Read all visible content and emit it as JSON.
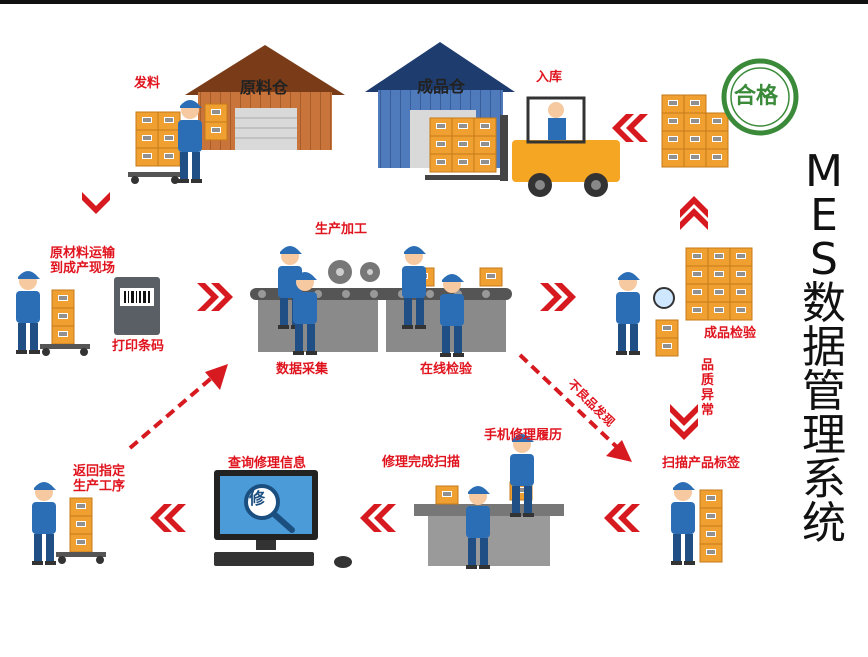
{
  "title": {
    "vertical": "MES数据管理系统"
  },
  "labels": {
    "issue": "发料",
    "raw_warehouse": "原料仓",
    "finished_warehouse": "成品仓",
    "inbound": "入库",
    "qualified": "合格",
    "raw_transport": "原材料运输\n到成产现场",
    "print_barcode": "打印条码",
    "production": "生产加工",
    "data_collection": "数据采集",
    "online_inspection": "在线检验",
    "product_inspection": "成品检验",
    "quality_exception": "品质异常",
    "defect_found": "不良品发现",
    "scan_label": "扫描产品标签",
    "repair_history": "手机修理履历",
    "repair_scan": "修理完成扫描",
    "query_repair": "查询修理信息",
    "repair_char": "修",
    "return_process": "返回指定\n生产工序"
  },
  "colors": {
    "label_red": "#e0141e",
    "arrow_red": "#d71920",
    "box_orange": "#f0a030",
    "worker_blue": "#2c6eb5",
    "warehouse_orange": "#c9743a",
    "warehouse_blue": "#3f6aa8",
    "seal_green": "#3a8a3a"
  }
}
